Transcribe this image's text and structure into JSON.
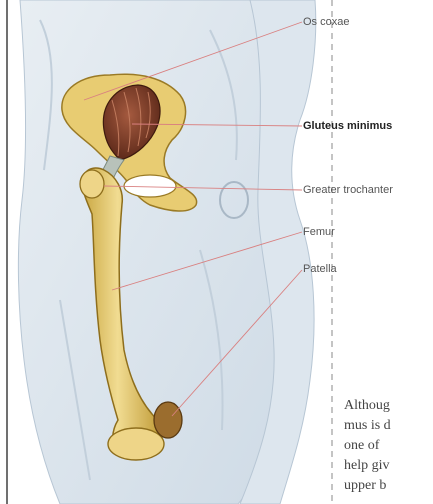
{
  "labels": {
    "os_coxae": "Os coxae",
    "gluteus_minimus": "Gluteus minimus",
    "greater_trochanter": "Greater trochanter",
    "femur": "Femur",
    "patella": "Patella"
  },
  "body_text": {
    "line1": "Althoug",
    "line2": "mus is d",
    "line3": "one  of",
    "line4": "help giv",
    "line5": "upper b"
  },
  "colors": {
    "bone": "#ecd488",
    "muscle": "#7a3a26",
    "body_wash": "#dde6ee",
    "leader_line": "#d98080"
  }
}
